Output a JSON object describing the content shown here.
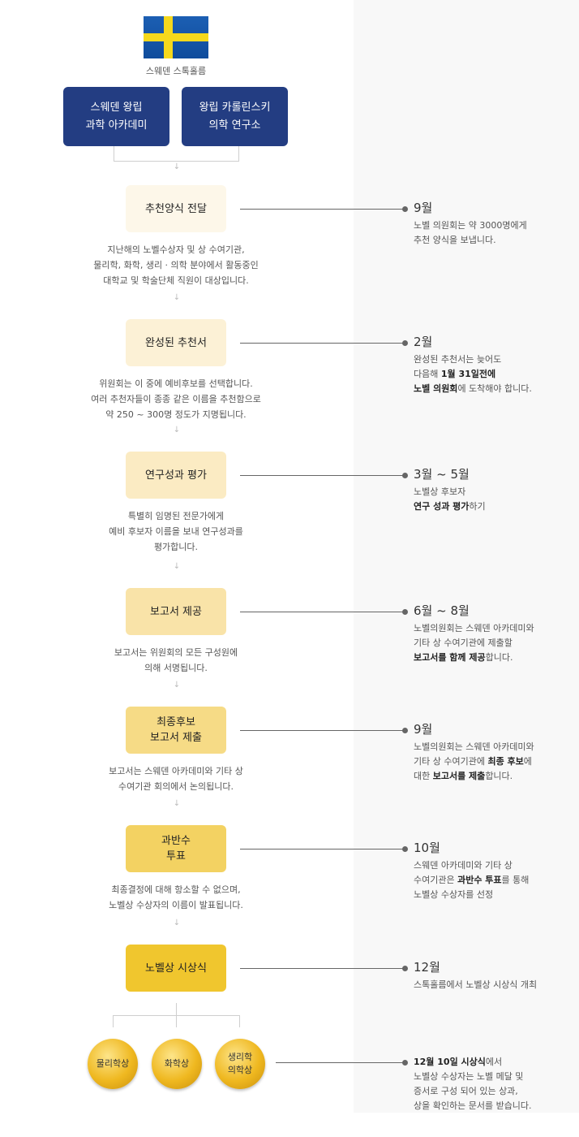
{
  "header": {
    "city": "스웨덴 스톡홀름",
    "orgs": [
      "스웨덴 왕립\n과학 아카데미",
      "왕립 카롤린스키\n의학 연구소"
    ]
  },
  "steps": [
    {
      "label": "추천양식 전달",
      "color": "#fdf7e9",
      "desc": "지난해의 노벨수상자 및 상 수여기관,\n물리학, 화학, 생리 · 의학 분야에서 활동중인\n대학교 및 학술단체 직원이 대상입니다.",
      "when": "9월",
      "info": [
        [
          {
            "t": "노벨 의원회는 약 3000명에게"
          }
        ],
        [
          {
            "t": "추천 양식을 보냅니다."
          }
        ]
      ]
    },
    {
      "label": "완성된 추천서",
      "color": "#fcf1d6",
      "desc": "위원회는 이 중에 예비후보를 선택합니다.\n여러 추천자들이 종종 같은 이름을 추천함으로\n약 250 ~ 300명 정도가 지명됩니다.",
      "when": "2월",
      "info": [
        [
          {
            "t": "완성된 추천서는 늦어도"
          }
        ],
        [
          {
            "t": "다음해 "
          },
          {
            "t": "1월 31일전에",
            "b": true
          }
        ],
        [
          {
            "t": "노벨 의원회",
            "b": true
          },
          {
            "t": "에 도착해야 합니다."
          }
        ]
      ]
    },
    {
      "label": "연구성과 평가",
      "color": "#fbebc3",
      "desc": "특별히 임명된 전문가에게\n예비 후보자 이름을 보내 연구성과를\n평가합니다.",
      "when": "3월 ~ 5월",
      "info": [
        [
          {
            "t": "노벨상 후보자"
          }
        ],
        [
          {
            "t": "연구 성과 평가",
            "b": true
          },
          {
            "t": "하기"
          }
        ]
      ]
    },
    {
      "label": "보고서 제공",
      "color": "#f9e3a8",
      "desc": "보고서는 위원회의 모든 구성원에\n의해 서명됩니다.",
      "when": "6월 ~ 8월",
      "info": [
        [
          {
            "t": "노벨의원회는 스웨덴 아카데미와"
          }
        ],
        [
          {
            "t": "기타 상 수여기관에 제출할"
          }
        ],
        [
          {
            "t": "보고서를 함께 제공",
            "b": true
          },
          {
            "t": "합니다."
          }
        ]
      ]
    },
    {
      "label": "최종후보\n보고서 제출",
      "color": "#f6db86",
      "desc": "보고서는 스웨덴 아카데미와 기타 상\n수여기관 회의에서 논의됩니다.",
      "when": "9월",
      "info": [
        [
          {
            "t": "노벨의원회는 스웨덴 아카데미와"
          }
        ],
        [
          {
            "t": "기타 상 수여기관에 "
          },
          {
            "t": "최종 후보",
            "b": true
          },
          {
            "t": "에"
          }
        ],
        [
          {
            "t": "대한 "
          },
          {
            "t": "보고서를 제출",
            "b": true
          },
          {
            "t": "합니다."
          }
        ]
      ]
    },
    {
      "label": "과반수\n투표",
      "color": "#f3d262",
      "desc": "최종결정에 대해 항소할 수 없으며,\n노벨상 수상자의 이름이 발표됩니다.",
      "when": "10월",
      "info": [
        [
          {
            "t": "스웨덴 아카데미와 기타 상"
          }
        ],
        [
          {
            "t": "수여기관은 "
          },
          {
            "t": "과반수 투표",
            "b": true
          },
          {
            "t": "를 통해"
          }
        ],
        [
          {
            "t": "노벨상 수상자를 선정"
          }
        ]
      ]
    },
    {
      "label": "노벨상 시상식",
      "color": "#f0c62e",
      "desc": "",
      "when": "12월",
      "info": [
        [
          {
            "t": "스톡홀름에서 노벨상 시상식 개최"
          }
        ]
      ]
    }
  ],
  "medals": [
    "물리학상",
    "화학상",
    "생리학\n의학상"
  ],
  "final": {
    "info": [
      [
        {
          "t": "12월 10일 시상식",
          "b": true
        },
        {
          "t": "에서"
        }
      ],
      [
        {
          "t": "노벨상 수상자는 노벨 메달 및"
        }
      ],
      [
        {
          "t": "증서로 구성 되어 있는 상과,"
        }
      ],
      [
        {
          "t": "상을 확인하는 문서를 받습니다."
        }
      ]
    ]
  }
}
